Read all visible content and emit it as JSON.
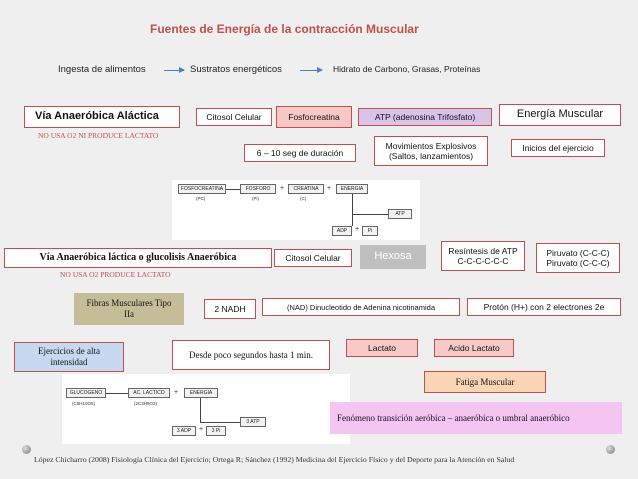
{
  "title": "Fuentes de Energía de la contracción Muscular",
  "flow": {
    "step1": "Ingesta de alimentos",
    "step2": "Sustratos energéticos",
    "step3": "Hidrato de Carbono, Grasas, Proteínas"
  },
  "alactic": {
    "title": "Vía Anaeróbica Aláctica",
    "note": "NO USA  O2 NI PRODUCE LACTATO",
    "citosol": "Citosol Celular",
    "fosfocreatina": "Fosfocreatina",
    "atp": "ATP (adenosina Trifosfato)",
    "energia": "Energía Muscular",
    "duracion": "6 – 10 seg de duración",
    "movimientos": "Movimientos Explosivos (Saltos, lanzamientos)",
    "inicios": "Inicios del ejercicio"
  },
  "scheme1": {
    "fosfocreatina": "FOSFOCREATINA",
    "pc": "(PC)",
    "fosforo": "FOSFORO",
    "pi": "(Pi)",
    "creatina": "CREATINA",
    "c": "(C)",
    "energia": "ENERGIA",
    "adp": "ADP",
    "pi_box": "Pi",
    "atp": "ATP",
    "plus": "+"
  },
  "lactic": {
    "title": "Vía Anaeróbica láctica o glucolisis Anaeróbica",
    "note": "NO USA  O2 PRODUCE LACTATO",
    "citosol": "Citosol Celular",
    "hexosa": "Hexosa",
    "resintesis": "Resíntesis de ATP C-C-C-C-C-C",
    "piruvato1": "Piruvato (C-C-C)",
    "piruvato2": "Piruvato (C-C-C)",
    "fibras": "Fibras Musculares Tipo IIa",
    "nadh": "2 NADH",
    "nad": "(NAD) Dinucleotido de Adenina nicotinamida",
    "proton": "Protón (H+)  con 2 electrones 2e",
    "ejercicios": "Ejercicios de alta intensidad",
    "desde": "Desde poco segundos hasta 1 min.",
    "lactato": "Lactato",
    "acido": "Acido Lactato",
    "fatiga": "Fatiga Muscular",
    "fenomeno": "Fenómeno transición aeróbica – anaeróbica o umbral anaeróbico"
  },
  "scheme2": {
    "glucogeno": "GLUCOGENO",
    "formula1": "(C6H10O5)",
    "ac_lactico": "AC. LACTICO",
    "formula2": "(2C3H6O3)",
    "energia": "ENERGIA",
    "adp": "3 ADP",
    "pi": "3 Pi",
    "atp": "3 ATP",
    "plus": "+"
  },
  "citation": "López Chicharro (2008) Fisiología Clínica del Ejercicio; Ortega R;  Sánchez (1992) Medicina del Ejercicio Físico y del Deporte para la Atención en Salud",
  "colors": {
    "title": "#c0504d",
    "border": "#c0504d",
    "fosfocreatina": "#f9c8c6",
    "atp": "#d9c3e8",
    "hexosa": "#bfbfbf",
    "fibras": "#c4bd97",
    "ejercicios": "#c6d9f1",
    "lactato": "#f7c9c7",
    "fatiga": "#fbd5b5",
    "fenomeno": "#f4c5f3",
    "arrow": "#4a7fc1"
  }
}
